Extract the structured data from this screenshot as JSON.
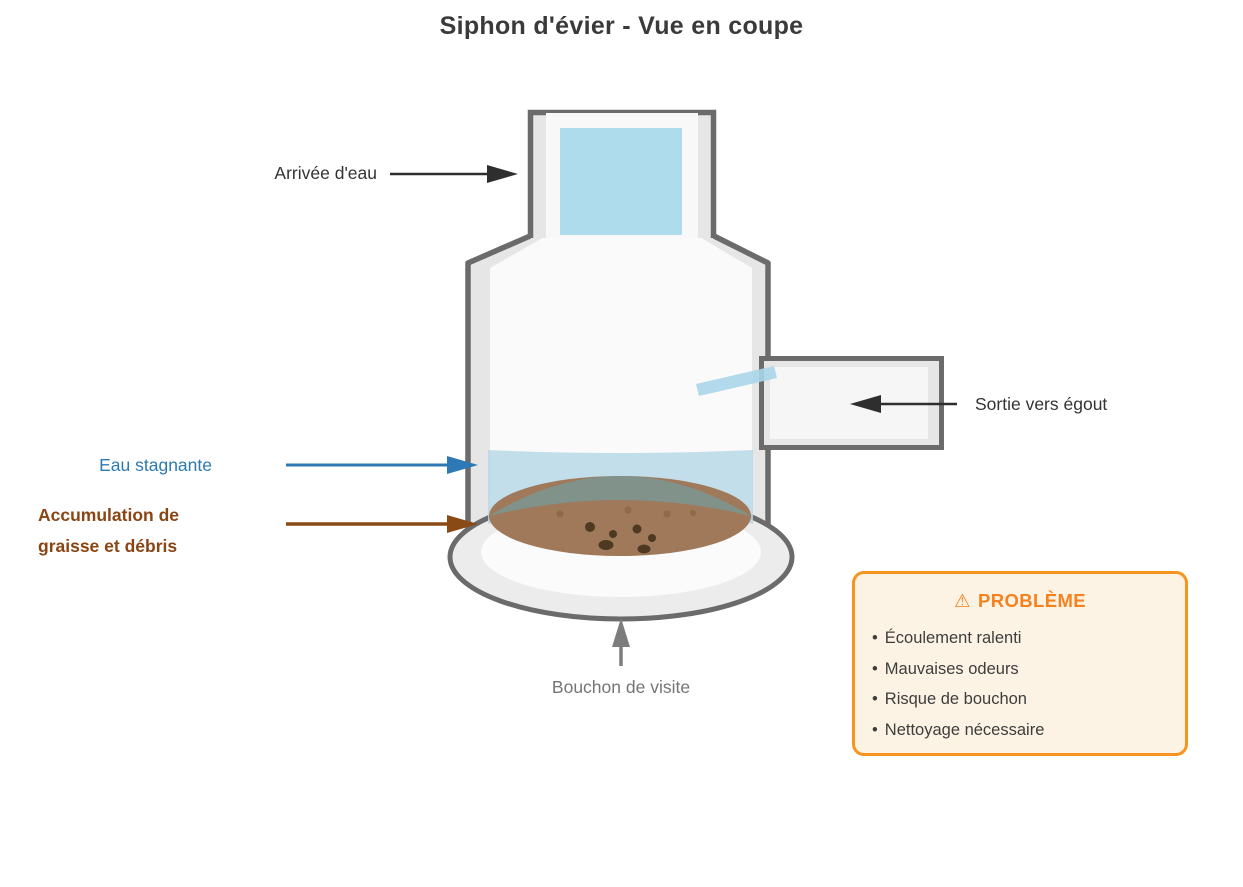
{
  "title": "Siphon d'évier - Vue en coupe",
  "diagram": {
    "labels": {
      "inlet": "Arrivée d'eau",
      "outlet": "Sortie vers égout",
      "stagnant_water": "Eau stagnante",
      "grease": "Accumulation de graisse et débris",
      "cleanout": "Bouchon de visite"
    }
  },
  "problem_box": {
    "icon": "⚠",
    "title": "PROBLÈME",
    "bullet": "•",
    "items": [
      "Écoulement ralenti",
      "Mauvaises odeurs",
      "Risque de bouchon",
      "Nettoyage nécessaire"
    ]
  },
  "colors": {
    "pipe_stroke": "#6b6b6b",
    "pipe_fill": "#e6e6e6",
    "pipe_water_blue": "#aedcec",
    "stagnant_water_blue": "#b7d8e8",
    "water_over_grease_teal": "#7e938c",
    "grease_brown": "#9f795a",
    "debris_dark_brown": "#4e3a22",
    "label_blue": "#2d7ab0",
    "label_brown": "#8a4513",
    "label_gray": "#757575",
    "arrow_black": "#2e2e2e",
    "warning_orange": "#f5821e",
    "box_border_orange": "#f7941e",
    "box_bg_cream": "#fdf3e4"
  }
}
